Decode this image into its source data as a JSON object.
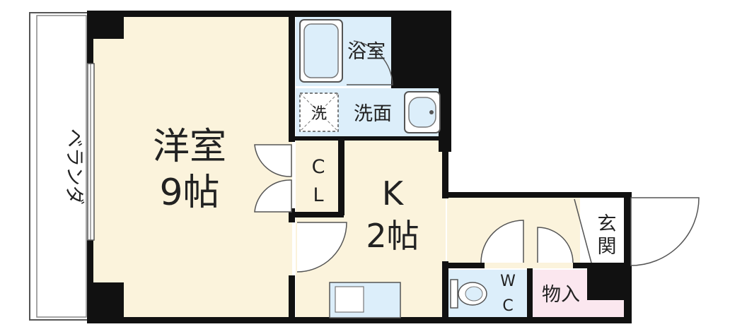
{
  "rooms": {
    "western_room": {
      "name": "洋室",
      "size": "9帖"
    },
    "kitchen": {
      "name": "K",
      "size": "2帖"
    },
    "bathroom": {
      "name": "浴室"
    },
    "washroom": {
      "name": "洗面"
    },
    "washer": {
      "name": "洗"
    },
    "closet": {
      "line1": "C",
      "line2": "L"
    },
    "toilet": {
      "line1": "W",
      "line2": "C"
    },
    "storage": {
      "name": "物入"
    },
    "entrance": {
      "line1": "玄",
      "line2": "関"
    },
    "balcony": {
      "name": "ベランダ"
    }
  },
  "colors": {
    "wall": "#111111",
    "room_floor": "#fbf3dc",
    "wet_area": "#dceefa",
    "closet": "#fbe7ef",
    "balcony": "#ffffff"
  }
}
